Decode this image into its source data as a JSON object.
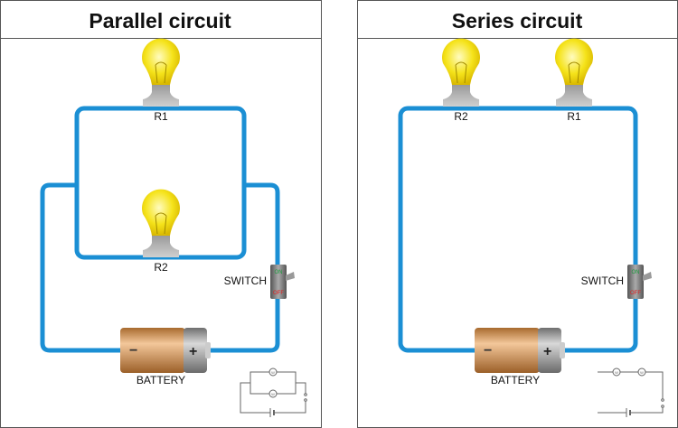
{
  "panels": [
    {
      "title": "Parallel circuit",
      "bulbs": [
        "R1",
        "R2"
      ],
      "switch_label": "SWITCH",
      "switch_on": "ON",
      "switch_off": "OFF",
      "battery_label": "BATTERY",
      "battery_minus": "−",
      "battery_plus": "+",
      "schematic_bulb_symbol": "W"
    },
    {
      "title": "Series circuit",
      "bulbs": [
        "R2",
        "R1"
      ],
      "switch_label": "SWITCH",
      "switch_on": "ON",
      "switch_off": "OFF",
      "battery_label": "BATTERY",
      "battery_minus": "−",
      "battery_plus": "+",
      "schematic_bulb_symbol": "W"
    }
  ],
  "colors": {
    "wire": "#1b8fd4",
    "bulb": "#f5e31a",
    "battery_body": "#c98a4b",
    "battery_cap": "#8a8a8a"
  }
}
